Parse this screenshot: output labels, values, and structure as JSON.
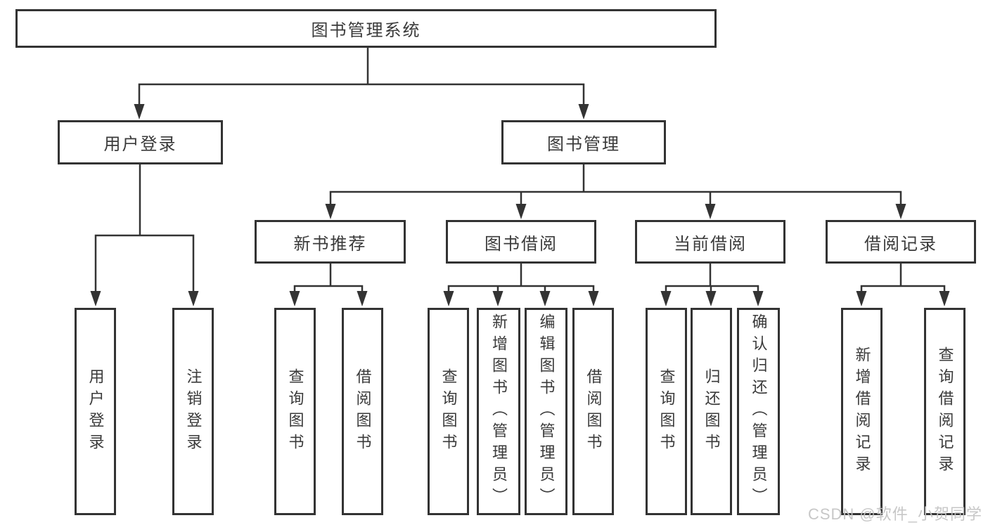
{
  "diagram": {
    "root": {
      "label": "图书管理系统"
    },
    "groups": [
      {
        "label": "用户登录",
        "children": [
          {
            "label": "用户登录"
          },
          {
            "label": "注销登录"
          }
        ]
      },
      {
        "label": "图书管理",
        "children": [
          {
            "label": "新书推荐",
            "children": [
              {
                "label": "查询图书"
              },
              {
                "label": "借阅图书"
              }
            ]
          },
          {
            "label": "图书借阅",
            "children": [
              {
                "label": "查询图书"
              },
              {
                "label": "新增图书（管理员）"
              },
              {
                "label": "编辑图书（管理员）"
              },
              {
                "label": "借阅图书"
              }
            ]
          },
          {
            "label": "当前借阅",
            "children": [
              {
                "label": "查询图书"
              },
              {
                "label": "归还图书"
              },
              {
                "label": "确认归还（管理员）"
              }
            ]
          },
          {
            "label": "借阅记录",
            "children": [
              {
                "label": "新增借阅记录"
              },
              {
                "label": "查询借阅记录"
              }
            ]
          }
        ]
      }
    ]
  },
  "colors": {
    "line": "#333333",
    "box_border": "#333333",
    "text": "#3a3a3a",
    "background": "#ffffff",
    "watermark_text": "#c3c3c3"
  },
  "watermark": {
    "text": "CSDN @软件_小贺同学"
  }
}
